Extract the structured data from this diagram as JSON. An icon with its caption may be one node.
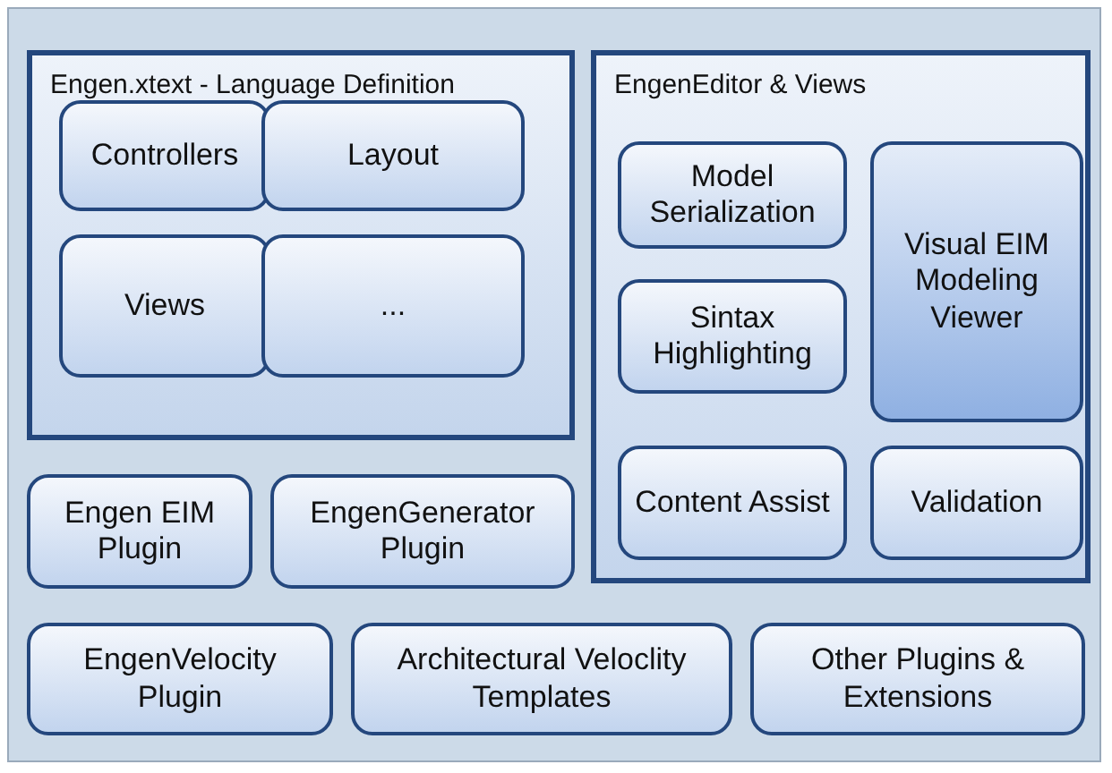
{
  "diagram": {
    "nodes": [
      {
        "text": [
          "Engen.xtext - Language Definition"
        ]
      },
      {
        "text": [
          "Controllers"
        ],
        "in": 0
      },
      {
        "text": [
          "Layout"
        ],
        "in": 0
      },
      {
        "text": [
          "Views"
        ],
        "in": 0
      },
      {
        "text": [
          "..."
        ],
        "in": 0
      },
      {
        "text": [
          "EngenEditor & Views"
        ]
      },
      {
        "text": [
          "Model Serialization"
        ],
        "in": 5
      },
      {
        "text": [
          "Visual EIM Modeling Viewer"
        ],
        "in": 5
      },
      {
        "text": [
          "Sintax Highlighting"
        ],
        "in": 5
      },
      {
        "text": [
          "Content Assist"
        ],
        "in": 5
      },
      {
        "text": [
          "Validation"
        ],
        "in": 5
      },
      {
        "text": [
          "Engen EIM Plugin"
        ]
      },
      {
        "text": [
          "EngenGenerator Plugin"
        ]
      },
      {
        "text": [
          "EngenVelocity Plugin"
        ]
      },
      {
        "text": [
          "Architectural Veloclity Templates"
        ]
      },
      {
        "text": [
          "Other Plugins & Extensions"
        ]
      }
    ]
  }
}
